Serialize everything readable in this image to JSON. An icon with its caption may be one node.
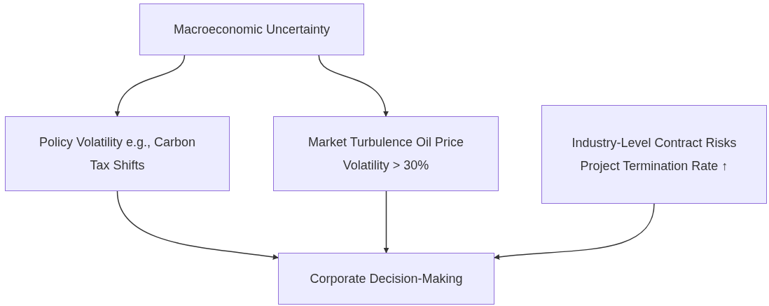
{
  "diagram": {
    "nodes": [
      {
        "text": [
          "Macroeconomic Uncertainty"
        ]
      },
      {
        "text": [
          "Policy Volatility e.g., Carbon Tax Shifts"
        ]
      },
      {
        "text": [
          "Market Turbulence Oil Price Volatility > 30%"
        ]
      },
      {
        "text": [
          "Industry-Level Contract Risks Project Termination Rate ↑"
        ]
      },
      {
        "text": [
          "Corporate Decision-Making"
        ]
      }
    ],
    "edges": [
      {
        "from": 0,
        "to": 1,
        "arrow": "to"
      },
      {
        "from": 0,
        "to": 2,
        "arrow": "to"
      },
      {
        "from": 1,
        "to": 4,
        "arrow": "to"
      },
      {
        "from": 2,
        "to": 4,
        "arrow": "to"
      },
      {
        "from": 3,
        "to": 4,
        "arrow": "to"
      }
    ]
  }
}
